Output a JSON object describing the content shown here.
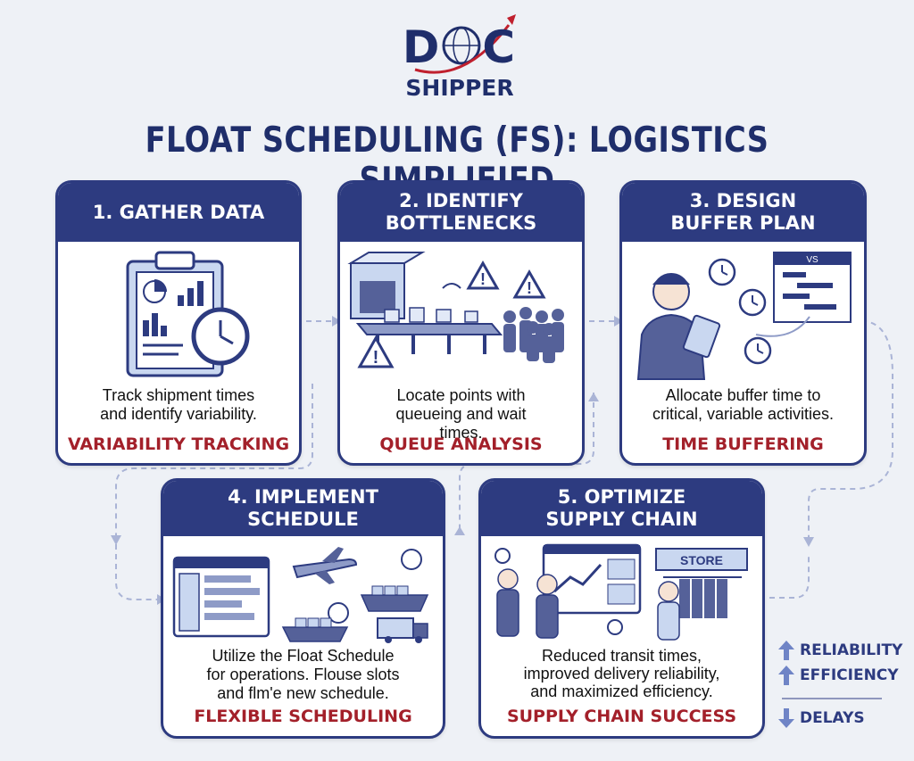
{
  "logo": {
    "top": "D",
    "top_after": "C",
    "bottom": "SHIPPER"
  },
  "title": "FLOAT SCHEDULING (FS): LOGISTICS SIMPLIFIED",
  "steps": [
    {
      "heading": "1. GATHER DATA",
      "description": "Track shipment times\nand identify variability.",
      "keyword": "VARIABILITY TRACKING"
    },
    {
      "heading": "2. IDENTIFY\nBOTTLENECKS",
      "description": "Locate points with\nqueueing and wait\ntimes.",
      "keyword": "QUEUE ANALYSIS"
    },
    {
      "heading": "3. DESIGN\nBUFFER PLAN",
      "description": "Allocate buffer time to\ncritical, variable activities.",
      "keyword": "TIME BUFFERING",
      "chart_label": "VS"
    },
    {
      "heading": "4. IMPLEMENT\nSCHEDULE",
      "description": "Utilize the Float Schedule\nfor operations. Flouse slots\nand flm'e new schedule.",
      "keyword": "FLEXIBLE SCHEDULING"
    },
    {
      "heading": "5. OPTIMIZE\nSUPPLY CHAIN",
      "description": "Reduced transit times,\nimproved delivery reliability,\nand maximized efficiency.",
      "keyword": "SUPPLY CHAIN SUCCESS",
      "store_label": "STORE"
    }
  ],
  "metrics": [
    {
      "label": "RELIABILITY",
      "direction": "up"
    },
    {
      "label": "EFFICIENCY",
      "direction": "up"
    },
    {
      "label": "DELAYS",
      "direction": "down"
    }
  ],
  "colors": {
    "navy": "#2d3b80",
    "red": "#a3202a",
    "light_blue": "#c9d7f0",
    "background": "#eef1f6"
  }
}
